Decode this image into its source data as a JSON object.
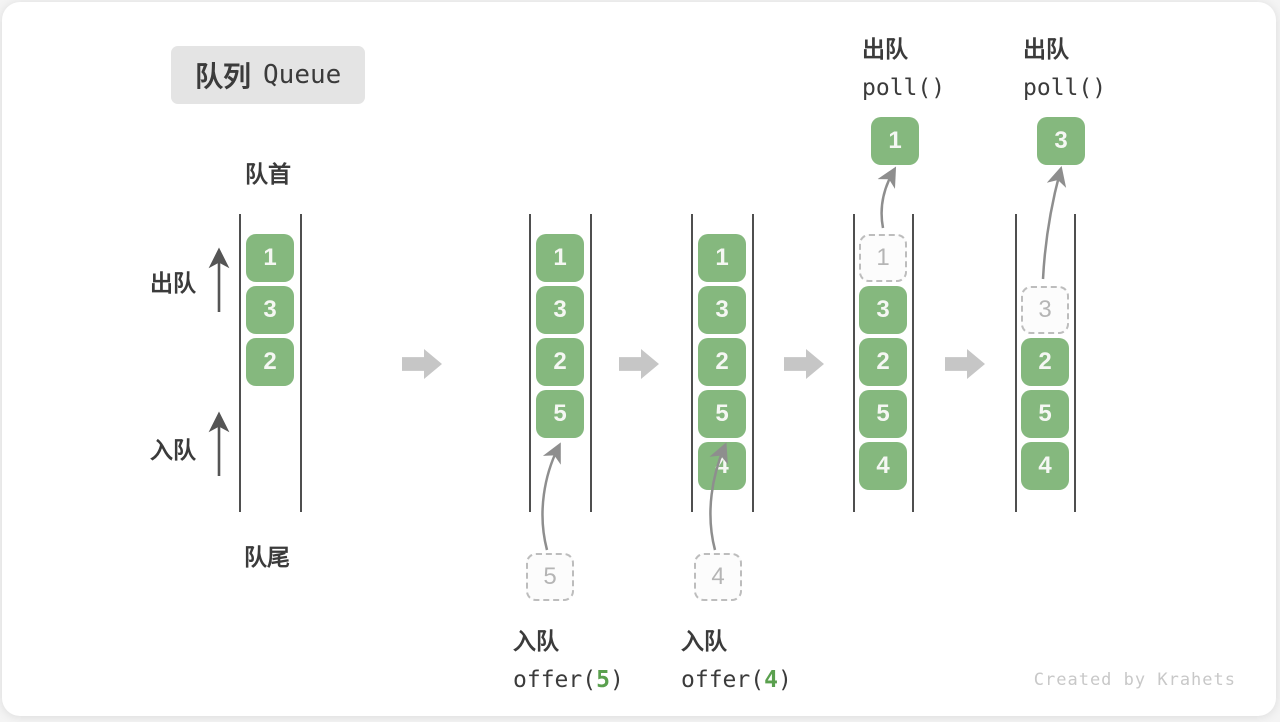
{
  "title": {
    "badge_zh": "队列",
    "badge_en": "Queue"
  },
  "side_labels": {
    "head": "队首",
    "tail": "队尾",
    "dequeue": "出队",
    "enqueue": "入队"
  },
  "watermark": "Created by Krahets",
  "colors": {
    "box_green": "#85b87e",
    "box_text": "#f5f7f3",
    "accent_green": "#5aa04e",
    "text_dark": "#3b3b3b",
    "line_dark": "#4f4f4f",
    "dash_border": "#bdbdbd",
    "dash_text": "#b5b5b5",
    "curve_arrow": "#8e8e8e",
    "block_arrow": "#c6c6c6",
    "badge_bg": "#e4e4e4",
    "watermark_gray": "#c8c8c8"
  },
  "states": [
    {
      "cells": [
        {
          "v": "1"
        },
        {
          "v": "3"
        },
        {
          "v": "2"
        }
      ]
    },
    {
      "cells": [
        {
          "v": "1"
        },
        {
          "v": "3"
        },
        {
          "v": "2"
        },
        {
          "v": "5"
        }
      ],
      "incoming": "5",
      "caption_action": "入队",
      "caption_fn": "offer(",
      "caption_arg": "5",
      "caption_close": ")"
    },
    {
      "cells": [
        {
          "v": "1"
        },
        {
          "v": "3"
        },
        {
          "v": "2"
        },
        {
          "v": "5"
        },
        {
          "v": "4"
        }
      ],
      "incoming": "4",
      "caption_action": "入队",
      "caption_fn": "offer(",
      "caption_arg": "4",
      "caption_close": ")"
    },
    {
      "removed": "1",
      "cells": [
        {
          "v": "3"
        },
        {
          "v": "2"
        },
        {
          "v": "5"
        },
        {
          "v": "4"
        }
      ],
      "popped": "1",
      "annotation_action": "出队",
      "annotation_code": "poll()"
    },
    {
      "removed": "3",
      "cells": [
        {
          "v": "2"
        },
        {
          "v": "5"
        },
        {
          "v": "4"
        }
      ],
      "popped": "3",
      "annotation_action": "出队",
      "annotation_code": "poll()"
    }
  ]
}
